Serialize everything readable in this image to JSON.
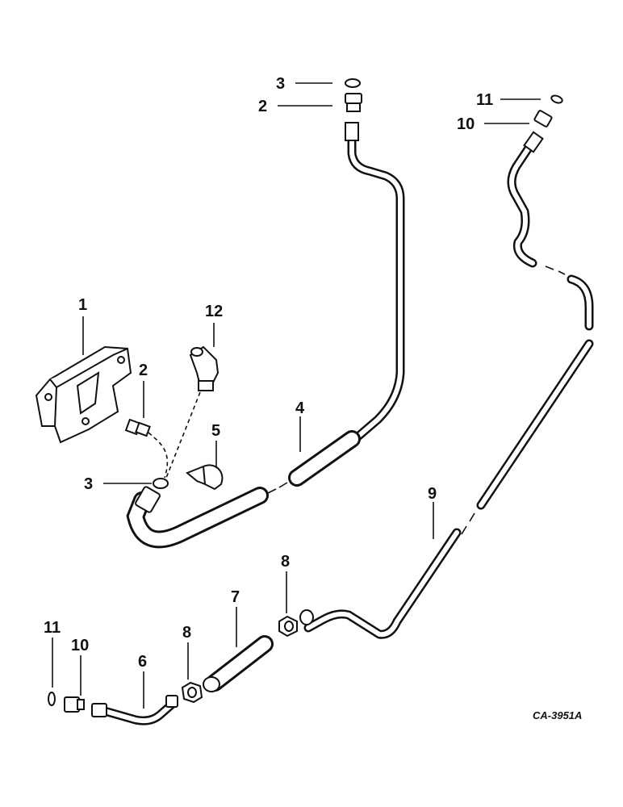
{
  "diagram": {
    "reference_code": "CA-3951A",
    "callouts": {
      "c1": "1",
      "c2_top": "2",
      "c2_mid": "2",
      "c3_top": "3",
      "c3_mid": "3",
      "c4": "4",
      "c5": "5",
      "c6": "6",
      "c7": "7",
      "c8_low": "8",
      "c8_mid": "8",
      "c9": "9",
      "c10_top": "10",
      "c10_low": "10",
      "c11_top": "11",
      "c11_low": "11",
      "c12": "12"
    }
  }
}
